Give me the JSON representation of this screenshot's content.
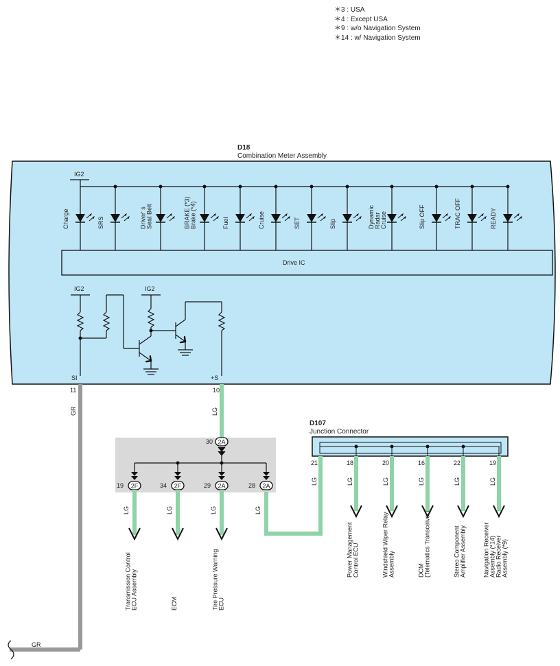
{
  "notes": [
    "＊3 : USA",
    "＊4 : Except USA",
    "＊9 : w/o Navigation System",
    "＊14 : w/ Navigation System"
  ],
  "meter": {
    "code": "D18",
    "name": "Combination Meter Assembly",
    "drive_ic": "Drive IC",
    "ig2": "IG2",
    "indicators": [
      [
        "Charge"
      ],
      [
        "SRS"
      ],
      [
        "Driver' s",
        "Seat Belt"
      ],
      [
        "BRAKE (*3)",
        "Brake (*4)"
      ],
      [
        "Fuel"
      ],
      [
        "Cruise"
      ],
      [
        "SET"
      ],
      [
        "Slip"
      ],
      [
        "Dynamic",
        "Radar",
        "Cruise"
      ],
      [
        "Slip OFF"
      ],
      [
        "TRAC OFF"
      ],
      [
        "READY"
      ]
    ],
    "pins": [
      {
        "label": "SI",
        "num": "11",
        "wire": "GR"
      },
      {
        "label": "+S",
        "num": "10",
        "wire": "LG"
      }
    ]
  },
  "junction_block": {
    "input": {
      "num": "30",
      "conn": "2A"
    },
    "outputs": [
      {
        "num": "19",
        "conn": "2F",
        "wire": "LG",
        "dest": [
          "Transmission Control",
          "ECU Assembly"
        ]
      },
      {
        "num": "34",
        "conn": "2F",
        "wire": "LG",
        "dest": [
          "ECM"
        ]
      },
      {
        "num": "29",
        "conn": "2A",
        "wire": "LG",
        "dest": [
          "Tire Pressure Warning",
          "ECU"
        ]
      },
      {
        "num": "28",
        "conn": "2A",
        "wire": "LG",
        "dest": []
      }
    ]
  },
  "junction_connector": {
    "code": "D107",
    "name": "Junction Connector",
    "pins": [
      {
        "num": "21",
        "wire": "LG",
        "dest": []
      },
      {
        "num": "18",
        "wire": "LG",
        "dest": [
          "Power Management",
          "Control ECU"
        ]
      },
      {
        "num": "20",
        "wire": "LG",
        "dest": [
          "Windshield Wiper Relay",
          "Assembly"
        ]
      },
      {
        "num": "16",
        "wire": "LG",
        "dest": [
          "DCM",
          "(Telematics Transceiver)"
        ]
      },
      {
        "num": "22",
        "wire": "LG",
        "dest": [
          "Stereo Component",
          "Amplifier Assembly"
        ]
      },
      {
        "num": "19",
        "wire": "LG",
        "dest": [
          "Navigation Receiver",
          "Assembly (*14)",
          "Radio Receiver",
          "Assembly (*9)"
        ]
      }
    ]
  },
  "gr_wire_bottom": "GR",
  "colors": {
    "meter_fill": "#bfe6f7",
    "lg_wire": "#8fd3a8",
    "gr_wire": "#999999",
    "block_fill": "#d9d9d9"
  }
}
